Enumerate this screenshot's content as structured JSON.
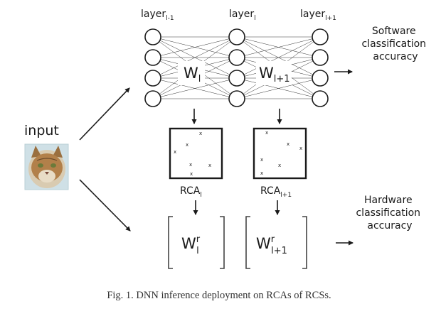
{
  "input_label": "input",
  "input_image": "cat-photo",
  "layers": {
    "left": {
      "base": "layer",
      "sub": "l-1"
    },
    "mid": {
      "base": "layer",
      "sub": "l"
    },
    "right": {
      "base": "layer",
      "sub": "l+1"
    }
  },
  "weights": {
    "w1": {
      "base": "W",
      "sub": "l"
    },
    "w2": {
      "base": "W",
      "sub": "l+1"
    }
  },
  "rca": {
    "a": {
      "base": "RCA",
      "sub": "l"
    },
    "b": {
      "base": "RCA",
      "sub": "l+1"
    }
  },
  "hw_weights": {
    "a": {
      "base": "W",
      "sup": "r",
      "sub": "l"
    },
    "b": {
      "base": "W",
      "sup": "r",
      "sub": "l+1"
    }
  },
  "software_lines": [
    "Software",
    "classification",
    "accuracy"
  ],
  "hardware_lines": [
    "Hardware",
    "classification",
    "accuracy"
  ],
  "caption": "Fig. 1.  DNN inference deployment on RCAs of RCSs.",
  "rca_marks": "x"
}
